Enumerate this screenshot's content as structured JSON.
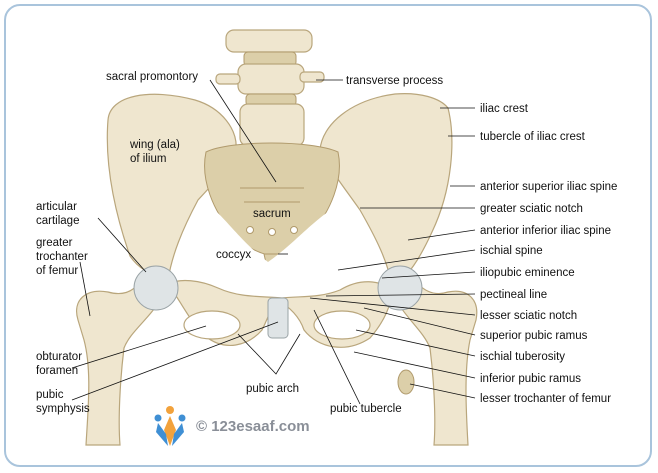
{
  "labels": {
    "sacral_promontory": "sacral promontory",
    "transverse_process": "transverse process",
    "iliac_crest": "iliac crest",
    "tubercle_of_iliac_crest": "tubercle of iliac crest",
    "wing_line1": "wing (ala)",
    "wing_line2": "of ilium",
    "anterior_superior_iliac_spine": "anterior superior iliac spine",
    "articular_line1": "articular",
    "articular_line2": "cartilage",
    "greater_sciatic_notch": "greater sciatic notch",
    "sacrum": "sacrum",
    "anterior_inferior_iliac_spine": "anterior inferior iliac spine",
    "greater_trochanter_line1": "greater",
    "greater_trochanter_line2": "trochanter",
    "greater_trochanter_line3": "of femur",
    "ischial_spine": "ischial spine",
    "coccyx": "coccyx",
    "iliopubic_eminence": "iliopubic eminence",
    "pectineal_line": "pectineal line",
    "lesser_sciatic_notch": "lesser sciatic notch",
    "superior_pubic_ramus": "superior pubic ramus",
    "obturator_line1": "obturator",
    "obturator_line2": "foramen",
    "ischial_tuberosity": "ischial tuberosity",
    "inferior_pubic_ramus": "inferior pubic ramus",
    "pubic_arch": "pubic arch",
    "pubic_symphysis_line1": "pubic",
    "pubic_symphysis_line2": "symphysis",
    "pubic_tubercle": "pubic tubercle",
    "lesser_trochanter_of_femur": "lesser trochanter of femur"
  },
  "watermark": {
    "text": "© 123esaaf.com",
    "logo_icon": "people-logo-icon"
  },
  "colors": {
    "frame_border": "#a9c4dc",
    "bone": "#efe6cf",
    "cartilage": "#dfe4e6",
    "watermark_text": "#8a8f98"
  }
}
